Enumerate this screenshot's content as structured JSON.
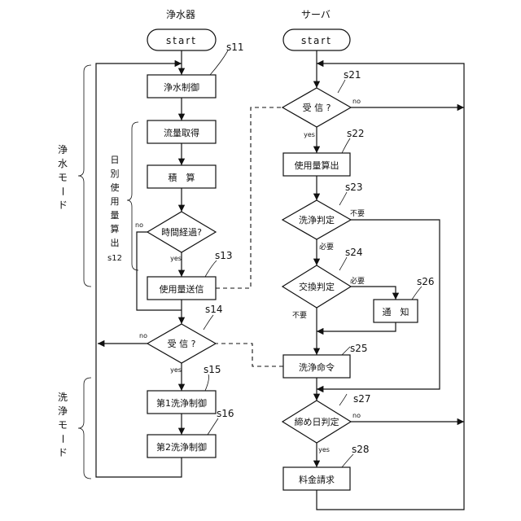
{
  "headers": {
    "left": "浄水器",
    "right": "サーバ"
  },
  "modes": {
    "purify": [
      "浄",
      "水",
      "モ",
      "ー",
      "ド"
    ],
    "wash": [
      "洗",
      "浄",
      "モ",
      "ー",
      "ド"
    ]
  },
  "daily": {
    "chars": [
      "日",
      "別",
      "使",
      "用",
      "量",
      "算",
      "出"
    ],
    "ref": "s12"
  },
  "nodes": {
    "start_l": "start",
    "start_r": "start",
    "s11": "浄水制御",
    "flow": "流量取得",
    "accum": "積　算",
    "time": "時間経過?",
    "s13": "使用量送信",
    "s14": "受 信 ?",
    "s15": "第1洗浄制御",
    "s16": "第2洗浄制御",
    "s21": "受 信 ?",
    "s22": "使用量算出",
    "s23": "洗浄判定",
    "s24": "交換判定",
    "s25": "洗浄命令",
    "s26": "通　知",
    "s27": "締め日判定",
    "s28": "料金請求"
  },
  "refs": {
    "s11": "s11",
    "s13": "s13",
    "s14": "s14",
    "s15": "s15",
    "s16": "s16",
    "s21": "s21",
    "s22": "s22",
    "s23": "s23",
    "s24": "s24",
    "s25": "s25",
    "s26": "s26",
    "s27": "s27",
    "s28": "s28"
  },
  "edges": {
    "no": "no",
    "yes": "yes",
    "fuyou": "不要",
    "hitsuyou": "必要"
  }
}
